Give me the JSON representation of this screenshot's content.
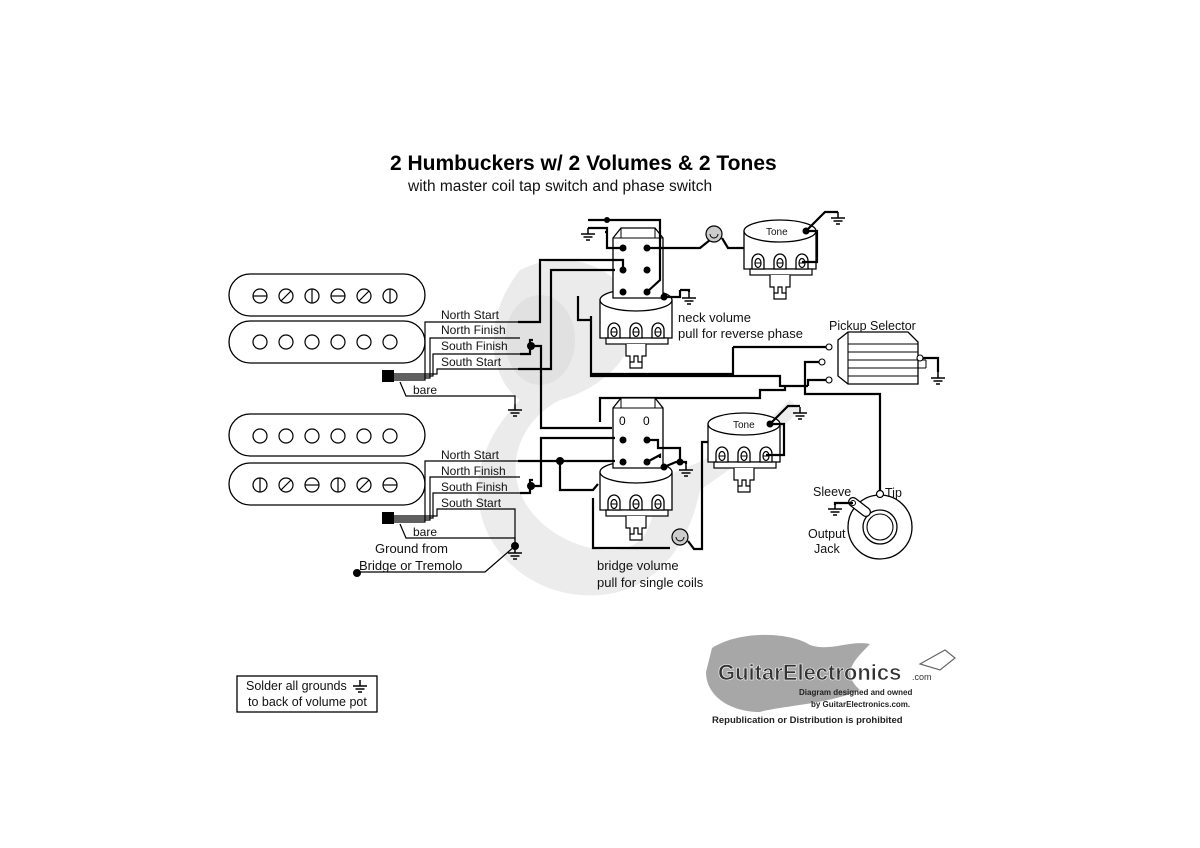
{
  "title": "2 Humbuckers w/ 2 Volumes & 2 Tones",
  "subtitle": "with master coil tap switch and phase switch",
  "neck_pickup": {
    "wires": [
      "North Start",
      "North Finish",
      "South Finish",
      "South Start"
    ],
    "bare": "bare"
  },
  "bridge_pickup": {
    "wires": [
      "North Start",
      "North Finish",
      "South Finish",
      "South Start"
    ],
    "bare": "bare",
    "ground_label_1": "Ground from",
    "ground_label_2": "Bridge or Tremolo"
  },
  "neck_volume": {
    "line1": "neck volume",
    "line2": "pull for reverse phase"
  },
  "bridge_volume": {
    "line1": "bridge volume",
    "line2": "pull for single coils"
  },
  "tone_label": "Tone",
  "pickup_selector": "Pickup Selector",
  "jack": {
    "sleeve": "Sleeve",
    "tip": "Tip",
    "line1": "Output",
    "line2": "Jack"
  },
  "note": {
    "line1": "Solder all grounds",
    "line2": "to back of volume pot"
  },
  "logo": {
    "brand": "GuitarElectronics",
    "tld": ".com",
    "credit1": "Diagram designed and owned",
    "credit2": "by GuitarElectronics.com.",
    "notice": "Republication or Distribution is prohibited"
  },
  "colors": {
    "ink": "#000000",
    "watermark": "#d8d8d8",
    "logo": "#555555"
  }
}
